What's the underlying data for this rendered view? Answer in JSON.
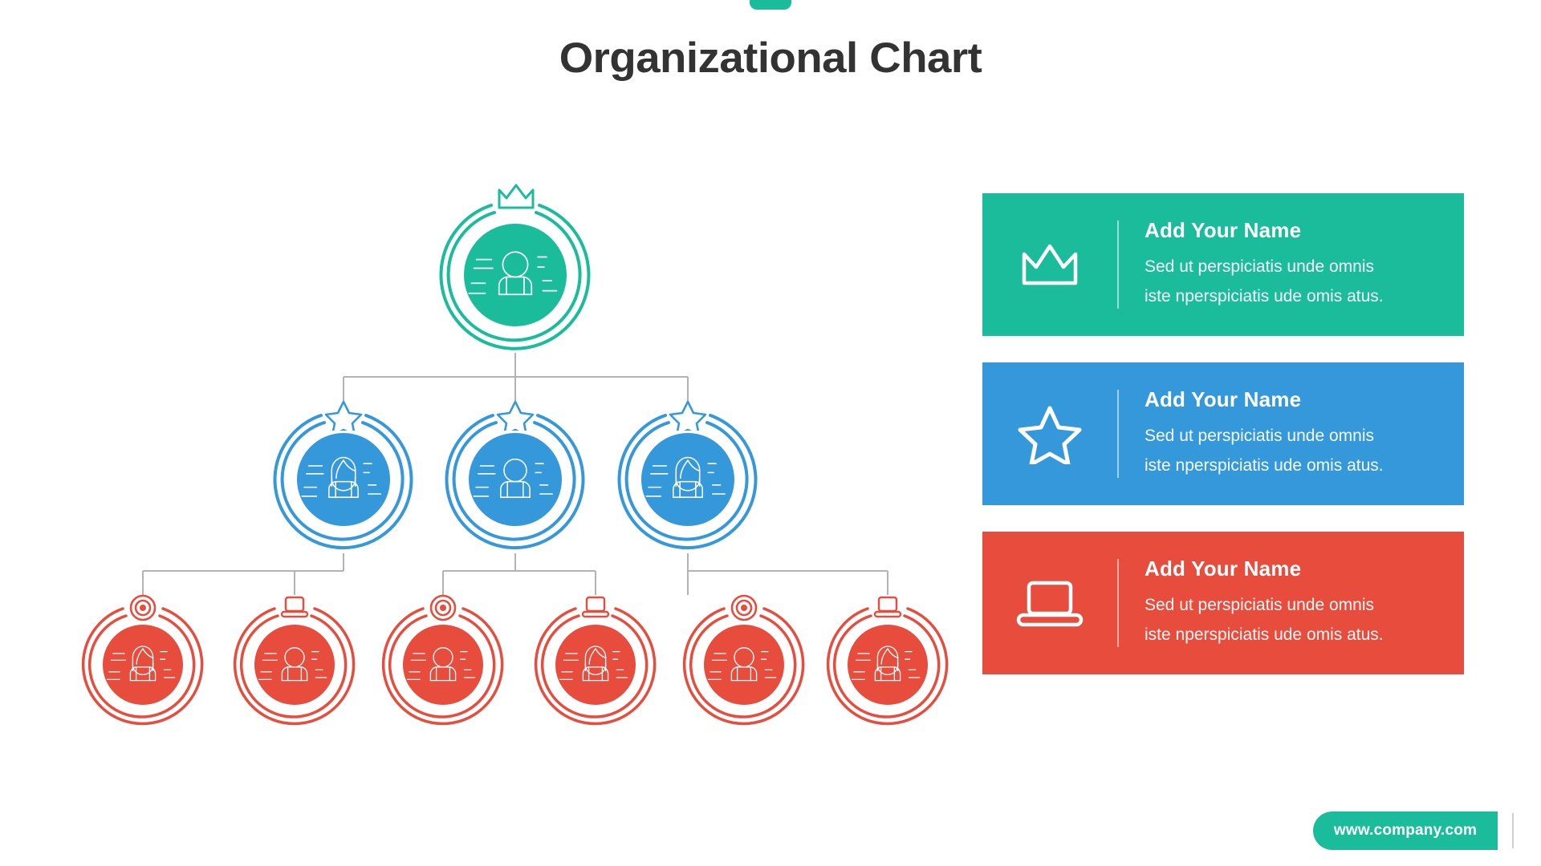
{
  "slide": {
    "title": "Organizational Chart",
    "background_color": "#ffffff",
    "title_color": "#333333"
  },
  "palette": {
    "green": "#1abc9c",
    "blue": "#3498db",
    "red": "#e74c3c",
    "connector": "#b3b3b3",
    "title": "#333333"
  },
  "top_tab": {
    "color": "#1abc9c"
  },
  "chart_data": {
    "type": "diagram",
    "title": "Organizational Chart",
    "levels": [
      {
        "level": 1,
        "color": "#1abc9c",
        "badge_icon": "crown-icon",
        "nodes": [
          {
            "id": "n1",
            "person": "male",
            "badge": "crown-icon",
            "color": "#1abc9c"
          }
        ]
      },
      {
        "level": 2,
        "color": "#3498db",
        "badge_icon": "star-icon",
        "nodes": [
          {
            "id": "n2",
            "person": "female",
            "badge": "star-icon",
            "color": "#3498db"
          },
          {
            "id": "n3",
            "person": "male",
            "badge": "star-icon",
            "color": "#3498db"
          },
          {
            "id": "n4",
            "person": "female",
            "badge": "star-icon",
            "color": "#3498db"
          }
        ]
      },
      {
        "level": 3,
        "color": "#e74c3c",
        "badge_icon": "target-icon",
        "nodes": [
          {
            "id": "n5",
            "person": "female",
            "badge": "target-icon",
            "color": "#e74c3c"
          },
          {
            "id": "n6",
            "person": "male",
            "badge": "laptop-icon",
            "color": "#e74c3c"
          },
          {
            "id": "n7",
            "person": "male",
            "badge": "target-icon",
            "color": "#e74c3c"
          },
          {
            "id": "n8",
            "person": "female",
            "badge": "laptop-icon",
            "color": "#e74c3c"
          },
          {
            "id": "n9",
            "person": "male",
            "badge": "target-icon",
            "color": "#e74c3c"
          },
          {
            "id": "n10",
            "person": "female",
            "badge": "laptop-icon",
            "color": "#e74c3c"
          }
        ]
      }
    ],
    "edges": [
      {
        "from": "n1",
        "to": "n2"
      },
      {
        "from": "n1",
        "to": "n3"
      },
      {
        "from": "n1",
        "to": "n4"
      },
      {
        "from": "n2",
        "to": "n5"
      },
      {
        "from": "n2",
        "to": "n6"
      },
      {
        "from": "n3",
        "to": "n7"
      },
      {
        "from": "n3",
        "to": "n8"
      },
      {
        "from": "n4",
        "to": "n9"
      },
      {
        "from": "n4",
        "to": "n10"
      }
    ]
  },
  "cards": [
    {
      "id": "card-green",
      "icon": "crown-icon",
      "color": "#1abc9c",
      "title": "Add Your Name",
      "desc_line1": "Sed ut perspiciatis unde omnis",
      "desc_line2": "iste nperspiciatis ude omis atus."
    },
    {
      "id": "card-blue",
      "icon": "star-icon",
      "color": "#3498db",
      "title": "Add Your Name",
      "desc_line1": "Sed ut perspiciatis unde omnis",
      "desc_line2": "iste nperspiciatis ude omis atus."
    },
    {
      "id": "card-red",
      "icon": "laptop-icon",
      "color": "#e74c3c",
      "title": "Add Your Name",
      "desc_line1": "Sed ut perspiciatis unde omnis",
      "desc_line2": "iste nperspiciatis ude omis atus."
    }
  ],
  "footer": {
    "website": "www.company.com",
    "badge_color": "#1abc9c"
  }
}
